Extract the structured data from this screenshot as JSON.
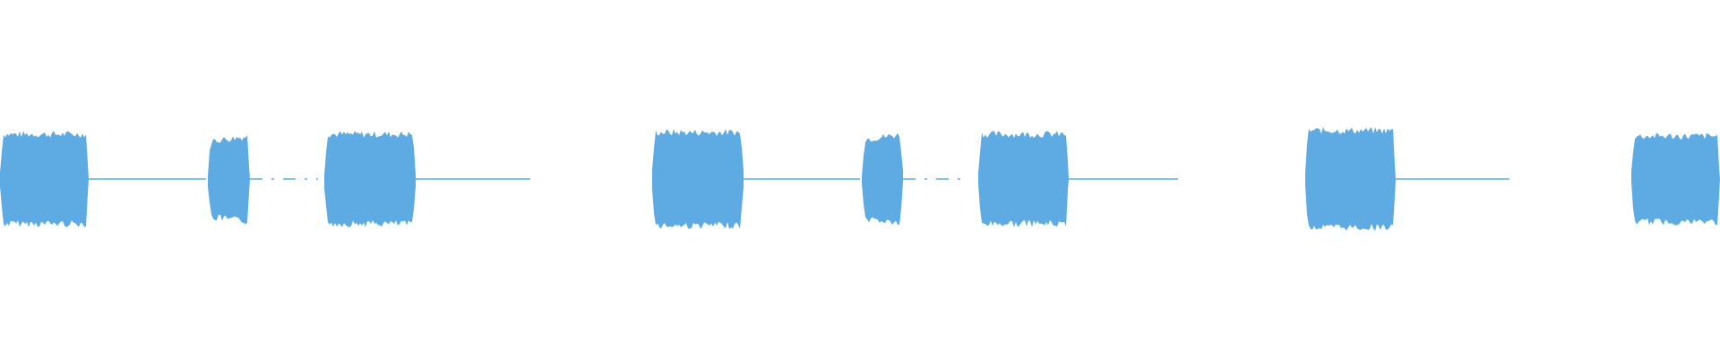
{
  "waveform": {
    "color": "#5dabe2",
    "background": "#ffffff",
    "amplitude_scale": [
      -1,
      1
    ],
    "duration_units": 1920,
    "bursts": [
      {
        "start": 0,
        "end": 99,
        "amplitude": 0.48,
        "shape": "flat",
        "tail": {
          "start": 99,
          "end": 230,
          "style": "solid"
        }
      },
      {
        "start": 232,
        "end": 279,
        "amplitude": 0.46,
        "shape": "ramp",
        "tail": {
          "start": 279,
          "end": 355,
          "style": "dashed"
        }
      },
      {
        "start": 362,
        "end": 464,
        "amplitude": 0.48,
        "shape": "flat",
        "tail": {
          "start": 464,
          "end": 592,
          "style": "solid"
        }
      },
      {
        "start": 728,
        "end": 830,
        "amplitude": 0.5,
        "shape": "flat",
        "tail": {
          "start": 830,
          "end": 960,
          "style": "solid"
        }
      },
      {
        "start": 962,
        "end": 1008,
        "amplitude": 0.48,
        "shape": "ramp",
        "tail": {
          "start": 1008,
          "end": 1072,
          "style": "dashed"
        }
      },
      {
        "start": 1092,
        "end": 1193,
        "amplitude": 0.48,
        "shape": "flat",
        "tail": {
          "start": 1193,
          "end": 1315,
          "style": "solid"
        }
      },
      {
        "start": 1457,
        "end": 1558,
        "amplitude": 0.52,
        "shape": "flat",
        "tail": {
          "start": 1558,
          "end": 1685,
          "style": "solid"
        }
      },
      {
        "start": 1821,
        "end": 1920,
        "amplitude": 0.46,
        "shape": "flat",
        "tail": null
      }
    ]
  }
}
